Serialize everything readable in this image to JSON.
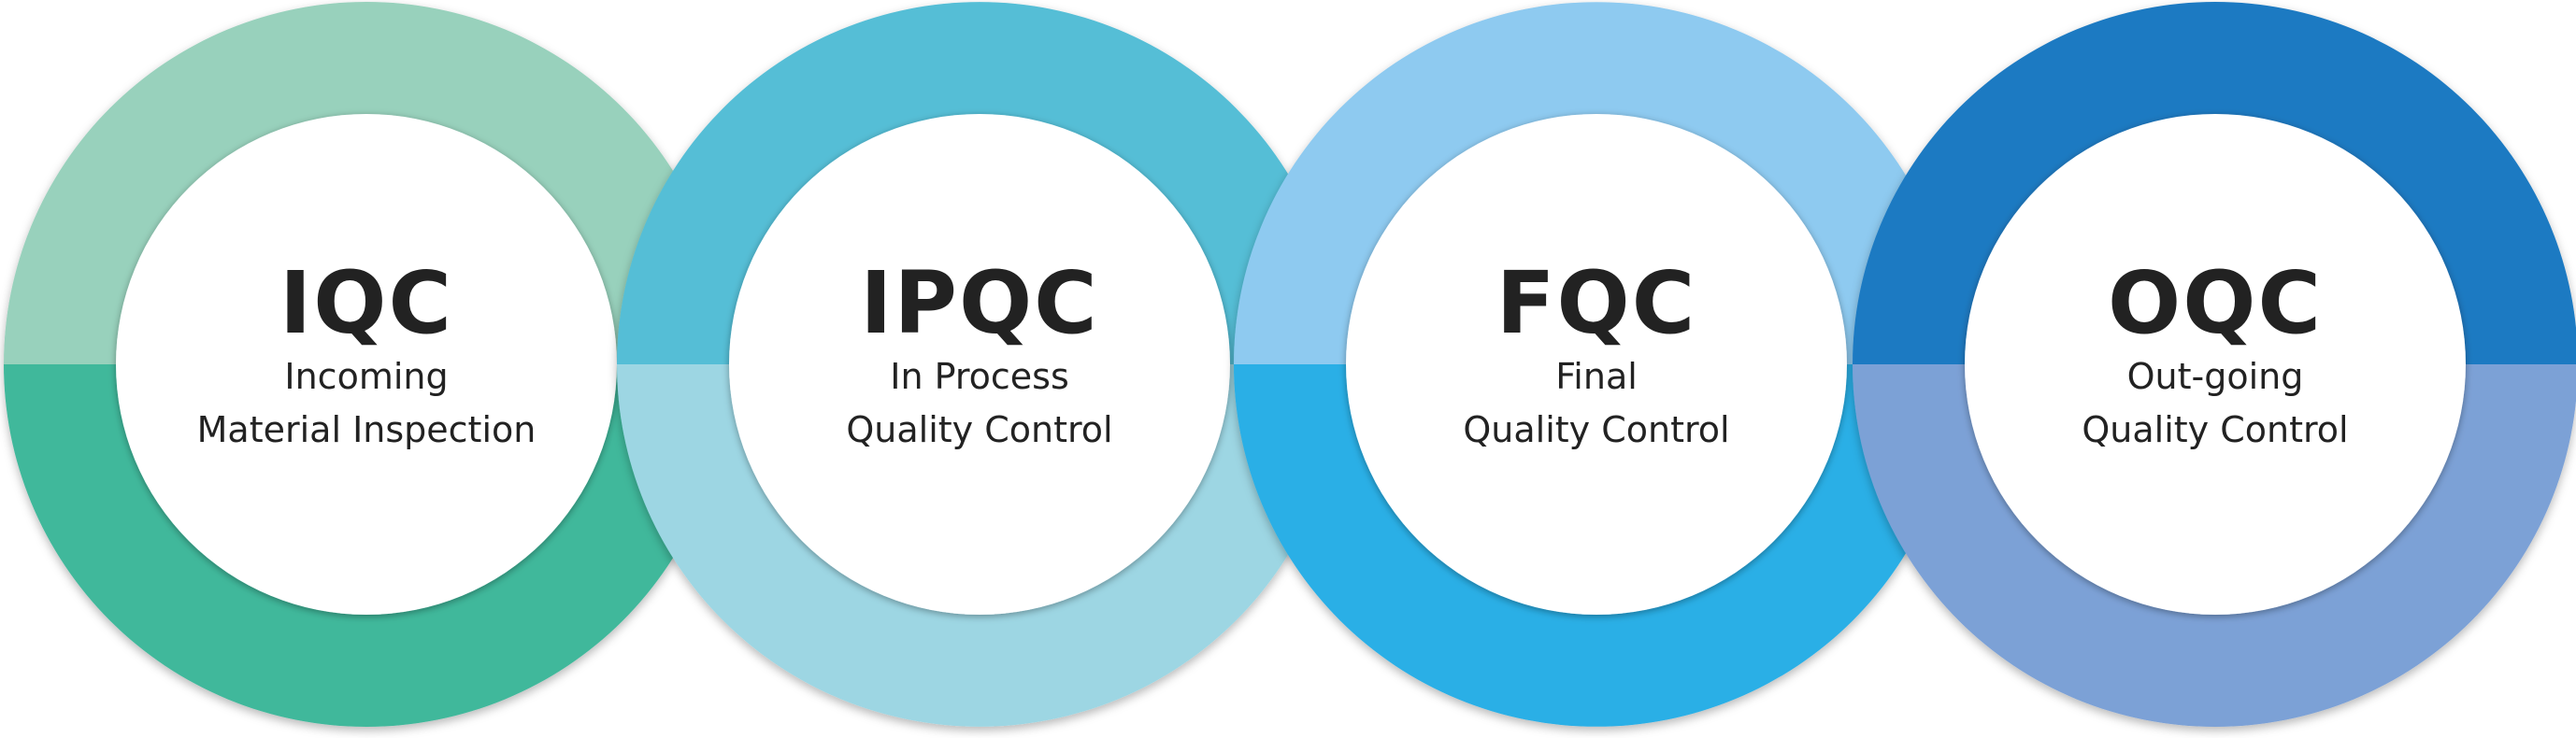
{
  "diagram": {
    "stages": [
      {
        "abbr": "IQC",
        "line1": "Incoming",
        "line2": "Material Inspection",
        "top_color": "#98D1BC",
        "bottom_color": "#40B89B"
      },
      {
        "abbr": "IPQC",
        "line1": "In Process",
        "line2": "Quality Control",
        "top_color": "#55BED6",
        "bottom_color": "#9DD6E3"
      },
      {
        "abbr": "FQC",
        "line1": "Final",
        "line2": "Quality Control",
        "top_color": "#8ECAF0",
        "bottom_color": "#2AAFE6"
      },
      {
        "abbr": "OQC",
        "line1": "Out-going",
        "line2": "Quality Control",
        "top_color": "#1E7AC2",
        "bottom_color": "#7CA1D6"
      }
    ],
    "inner_color": "#FFFFFF",
    "text_color": "#222222"
  }
}
